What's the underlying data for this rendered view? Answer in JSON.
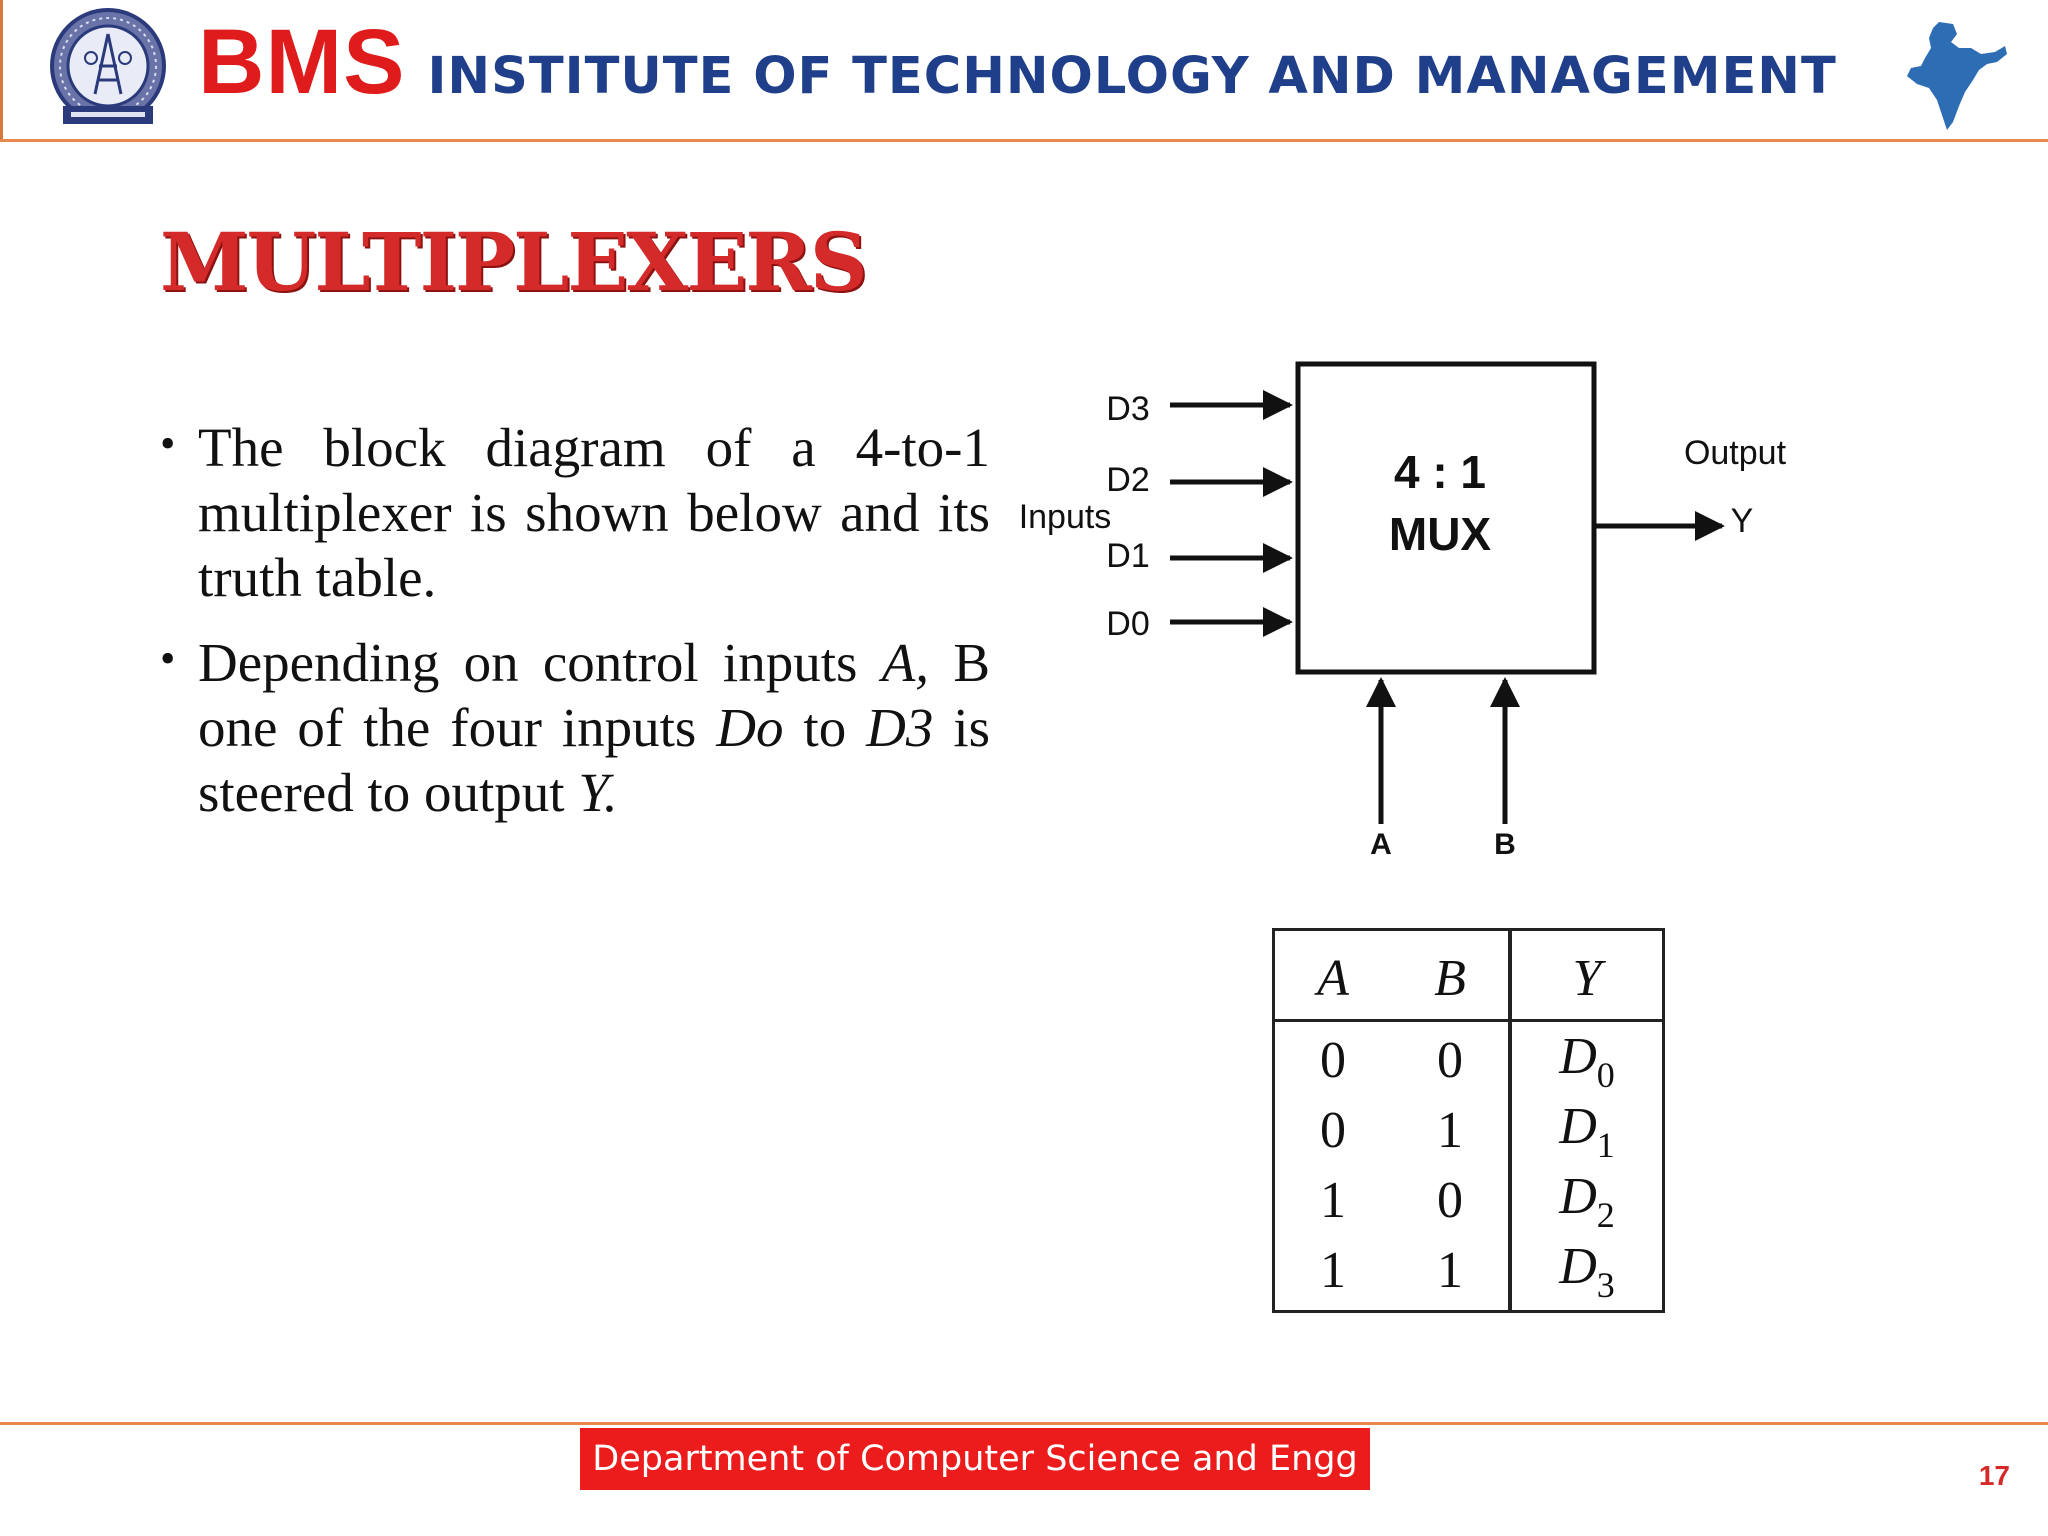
{
  "header": {
    "abbr": "BMS",
    "name": "INSTITUTE OF TECHNOLOGY AND MANAGEMENT",
    "colors": {
      "abbr": "#e01b1b",
      "name": "#1f3f8a",
      "rule": "#e8884e"
    }
  },
  "slide": {
    "title": "MULTIPLEXERS",
    "bullets": [
      {
        "parts": [
          {
            "text": "The block diagram of a 4-to-1 multiplexer is shown below and its truth table.",
            "italic": false
          }
        ]
      },
      {
        "parts": [
          {
            "text": "Depending on control inputs ",
            "italic": false
          },
          {
            "text": "A,",
            "italic": true
          },
          {
            "text": " B one of the four inputs ",
            "italic": false
          },
          {
            "text": "Do",
            "italic": true
          },
          {
            "text": " to ",
            "italic": false
          },
          {
            "text": "D3",
            "italic": true
          },
          {
            "text": " is steered to output ",
            "italic": false
          },
          {
            "text": "Y.",
            "italic": true
          }
        ]
      }
    ]
  },
  "diagram": {
    "inputs": [
      "D3",
      "D2",
      "D1",
      "D0"
    ],
    "inputs_label": "Inputs",
    "box_line1": "4 : 1",
    "box_line2": "MUX",
    "output_label": "Output",
    "output_symbol": "Y",
    "selects": [
      "A",
      "B"
    ]
  },
  "truth_table": {
    "headers": [
      "A",
      "B",
      "Y"
    ],
    "rows": [
      {
        "a": "0",
        "b": "0",
        "y": "D",
        "sub": "0"
      },
      {
        "a": "0",
        "b": "1",
        "y": "D",
        "sub": "1"
      },
      {
        "a": "1",
        "b": "0",
        "y": "D",
        "sub": "2"
      },
      {
        "a": "1",
        "b": "1",
        "y": "D",
        "sub": "3"
      }
    ]
  },
  "footer": {
    "department": "Department of Computer Science and Engg",
    "page_number": "17",
    "colors": {
      "label_bg": "#ec1c1c",
      "page_number": "#d42a2a"
    }
  }
}
